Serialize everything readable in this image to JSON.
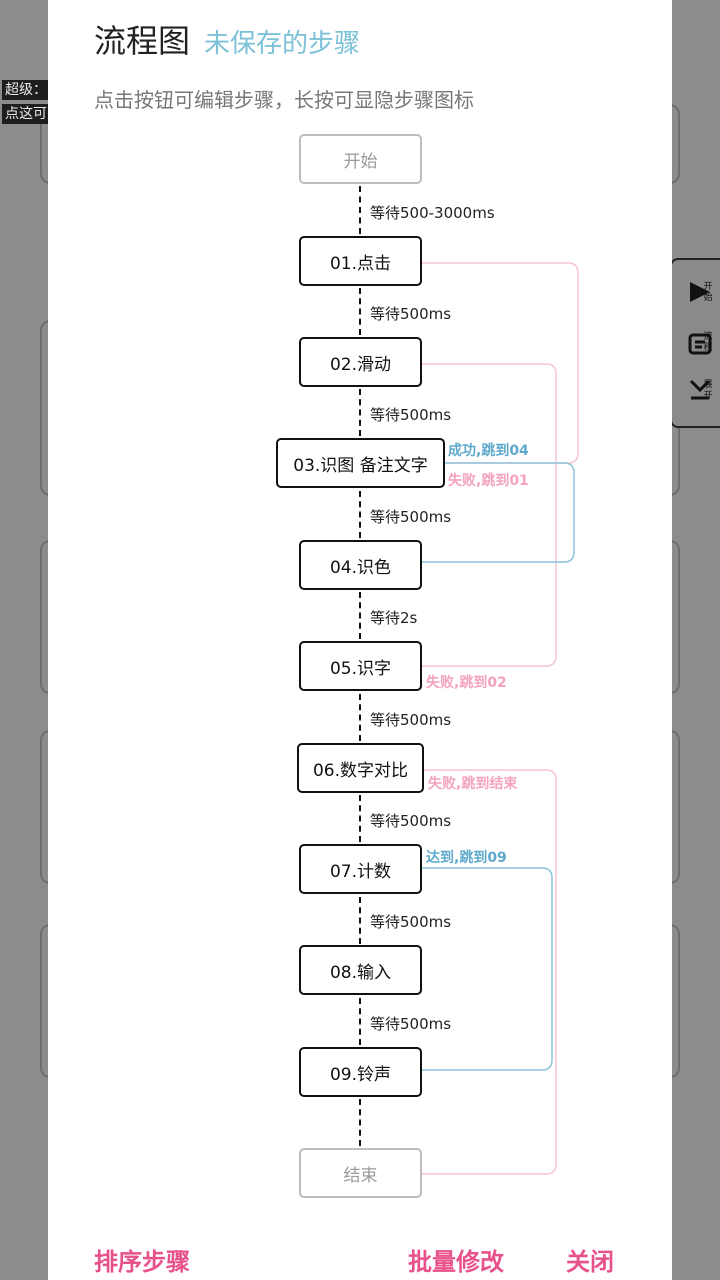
{
  "background": {
    "label_text": "超级：",
    "label_text_2": "点这可"
  },
  "side_panel": {
    "items": [
      "开始",
      "流程",
      "展开"
    ]
  },
  "dialog": {
    "title": "流程图",
    "subtitle": "未保存的步骤",
    "hint": "点击按钮可编辑步骤，长按可显隐步骤图标"
  },
  "flow": {
    "start_label": "开始",
    "end_label": "结束",
    "steps": [
      {
        "label": "01.点击"
      },
      {
        "label": "02.滑动"
      },
      {
        "label": "03.识图 备注文字"
      },
      {
        "label": "04.识色"
      },
      {
        "label": "05.识字"
      },
      {
        "label": "06.数字对比"
      },
      {
        "label": "07.计数"
      },
      {
        "label": "08.输入"
      },
      {
        "label": "09.铃声"
      }
    ],
    "waits": [
      "等待500-3000ms",
      "等待500ms",
      "等待500ms",
      "等待500ms",
      "等待2s",
      "等待500ms",
      "等待500ms",
      "等待500ms",
      "等待500ms"
    ],
    "annotations": {
      "step03_success": "成功,跳到04",
      "step03_fail": "失败,跳到01",
      "step05_fail": "失败,跳到02",
      "step06_fail": "失败,跳到结束",
      "step07_reach": "达到,跳到09"
    }
  },
  "footer": {
    "sort_label": "排序步骤",
    "batch_label": "批量修改",
    "close_label": "关闭"
  },
  "colors": {
    "accent_pink": "#e8528c",
    "subtitle_blue": "#7cc1d8",
    "success_blue": "#5fa9cc",
    "fail_pink": "#f4a3bd",
    "line_pink": "#f6c4d3",
    "line_blue": "#8cc4dc"
  }
}
